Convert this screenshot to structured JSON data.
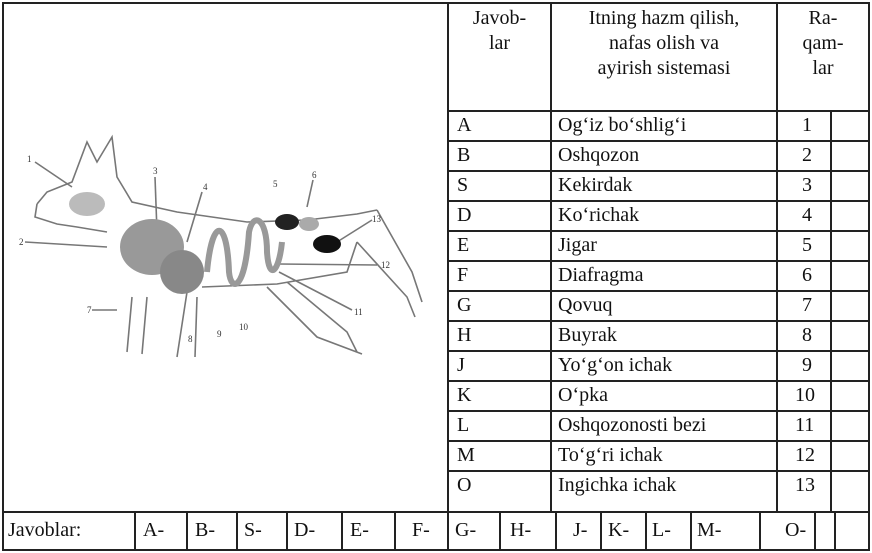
{
  "header": {
    "answers_col": [
      "Javob-",
      "lar"
    ],
    "system_col": [
      "Itning hazm qilish,",
      "nafas olish va",
      "ayirish sistemasi"
    ],
    "numbers_col": [
      "Ra-",
      "qam-",
      "lar"
    ]
  },
  "rows": [
    {
      "letter": "A",
      "organ": "Og‘iz bo‘shlig‘i",
      "number": "1"
    },
    {
      "letter": "B",
      "organ": "Oshqozon",
      "number": "2"
    },
    {
      "letter": "S",
      "organ": "Kekirdak",
      "number": "3"
    },
    {
      "letter": "D",
      "organ": "Ko‘richak",
      "number": "4"
    },
    {
      "letter": "E",
      "organ": "Jigar",
      "number": "5"
    },
    {
      "letter": "F",
      "organ": "Diafragma",
      "number": "6"
    },
    {
      "letter": "G",
      "organ": "Qovuq",
      "number": "7"
    },
    {
      "letter": "H",
      "organ": "Buyrak",
      "number": "8"
    },
    {
      "letter": "J",
      "organ": "Yo‘g‘on ichak",
      "number": "9"
    },
    {
      "letter": "K",
      "organ": "O‘pka",
      "number": "10"
    },
    {
      "letter": "L",
      "organ": "Oshqozonosti bezi",
      "number": "11"
    },
    {
      "letter": "M",
      "organ": "To‘g‘ri ichak",
      "number": "12"
    },
    {
      "letter": "O",
      "organ": "Ingichka ichak",
      "number": "13"
    }
  ],
  "answer_bar": {
    "label": "Javoblar:",
    "slots": [
      "A-",
      "B-",
      "S-",
      "D-",
      "E-",
      "F-",
      "G-",
      "H-",
      "J-",
      "K-",
      "L-",
      "M-",
      "O-"
    ]
  },
  "figure": {
    "labels": [
      "1",
      "2",
      "3",
      "4",
      "5",
      "6",
      "7",
      "8",
      "9",
      "10",
      "11",
      "12",
      "13"
    ]
  }
}
